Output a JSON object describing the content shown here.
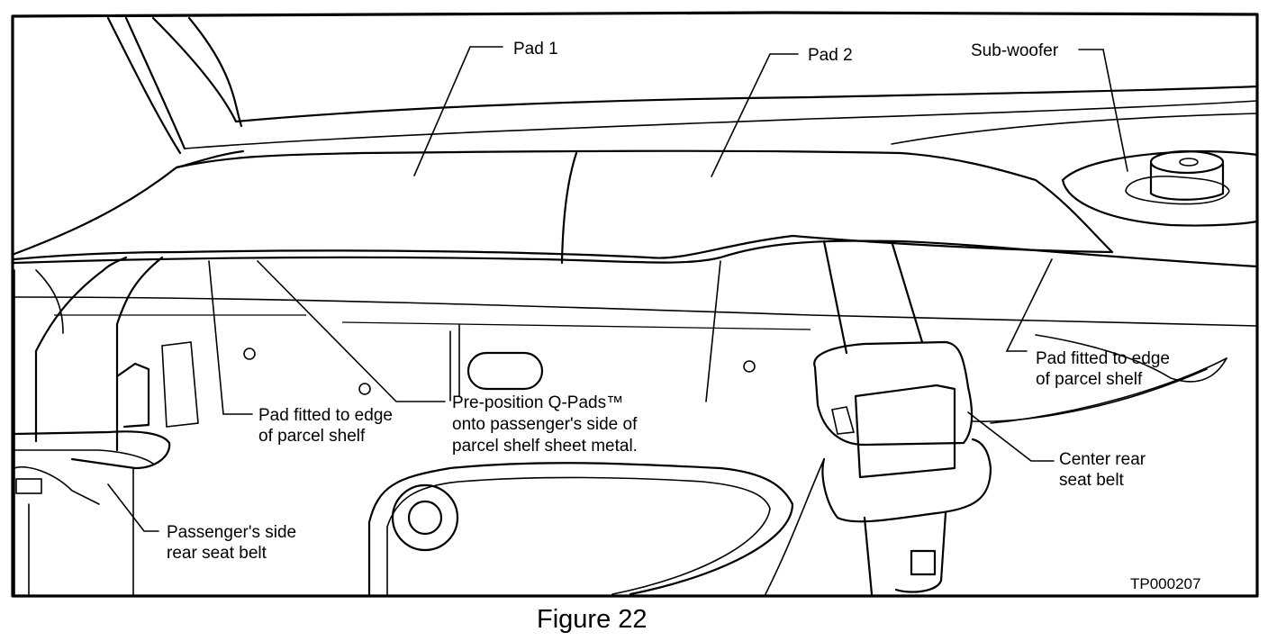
{
  "figure": {
    "labels": {
      "pad1": "Pad 1",
      "pad2": "Pad 2",
      "subwoofer": "Sub-woofer",
      "pad_fitted_left_1": "Pad fitted to edge",
      "pad_fitted_left_2": "of parcel shelf",
      "preposition_1": "Pre-position Q-Pads™",
      "preposition_2": "onto passenger's side of",
      "preposition_3": "parcel shelf sheet metal.",
      "pad_fitted_right_1": "Pad fitted to edge",
      "pad_fitted_right_2": "of parcel shelf",
      "center_belt_1": "Center rear",
      "center_belt_2": "seat belt",
      "passenger_belt_1": "Passenger's side",
      "passenger_belt_2": "rear seat belt"
    },
    "code": "TP000207",
    "caption": "Figure 22"
  }
}
